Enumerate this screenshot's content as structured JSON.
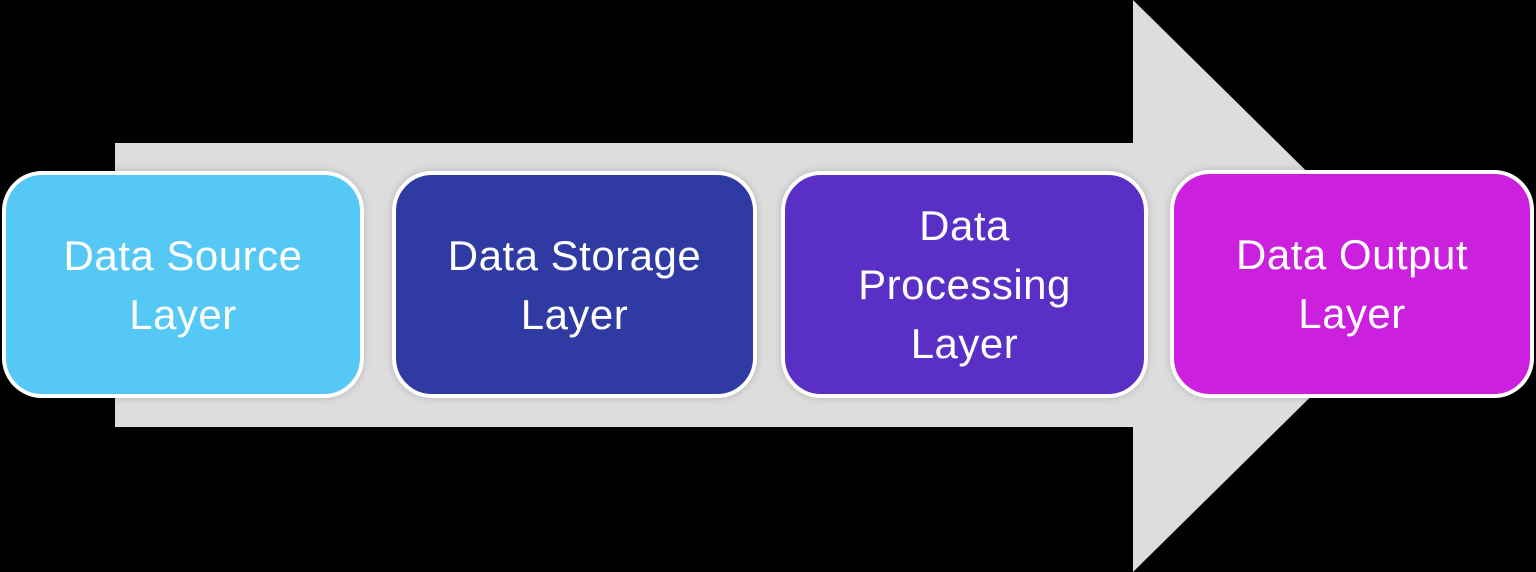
{
  "diagram": {
    "type": "process-arrow",
    "direction": "right",
    "arrow": {
      "color": "#DDDDDD"
    },
    "text_color": "#FFFFFF",
    "border_color": "#FFFFFF",
    "background_color": "#000000",
    "boxes": [
      {
        "label": "Data Source\nLayer",
        "color": "#56C8F5"
      },
      {
        "label": "Data Storage\nLayer",
        "color": "#2F3BA3"
      },
      {
        "label": "Data\nProcessing\nLayer",
        "color": "#5A2FC5"
      },
      {
        "label": "Data Output\nLayer",
        "color": "#CB21DE"
      }
    ]
  }
}
